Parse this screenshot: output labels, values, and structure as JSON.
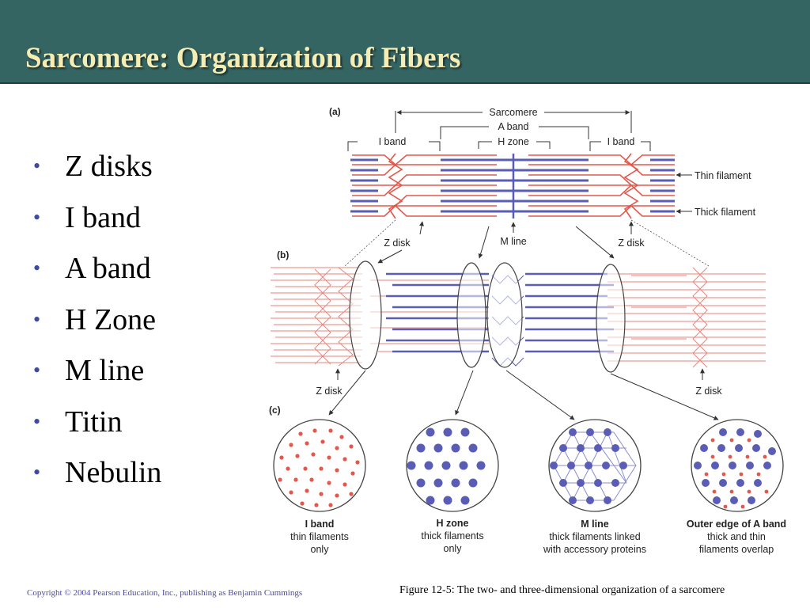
{
  "slide": {
    "title": "Sarcomere: Organization of Fibers",
    "bullets": [
      "Z disks",
      "I band",
      "A band",
      "H Zone",
      "M line",
      "Titin",
      "Nebulin"
    ],
    "copyright": "Copyright © 2004 Pearson Education, Inc., publishing as Benjamin Cummings",
    "caption": "Figure 12-5: The two- and three-dimensional organization of a sarcomere"
  },
  "figure": {
    "panel_a": "(a)",
    "panel_b": "(b)",
    "panel_c": "(c)",
    "sarcomere": "Sarcomere",
    "a_band": "A band",
    "h_zone": "H zone",
    "i_band": "I band",
    "thin_filament": "Thin filament",
    "thick_filament": "Thick filament",
    "z_disk": "Z disk",
    "m_line": "M line",
    "cross_sections": [
      {
        "title": "I band",
        "line1": "thin filaments",
        "line2": "only"
      },
      {
        "title": "H zone",
        "line1": "thick filaments",
        "line2": "only"
      },
      {
        "title": "M line",
        "line1": "thick filaments linked",
        "line2": "with accessory proteins"
      },
      {
        "title": "Outer edge of A band",
        "line1": "thick and thin",
        "line2": "filaments overlap"
      }
    ]
  },
  "colors": {
    "header_bg": "#356562",
    "title_text": "#f6edb4",
    "bullet_dot": "#3f4aa0",
    "thin_filament": "#e2584c",
    "thick_filament": "#5a5db5"
  }
}
